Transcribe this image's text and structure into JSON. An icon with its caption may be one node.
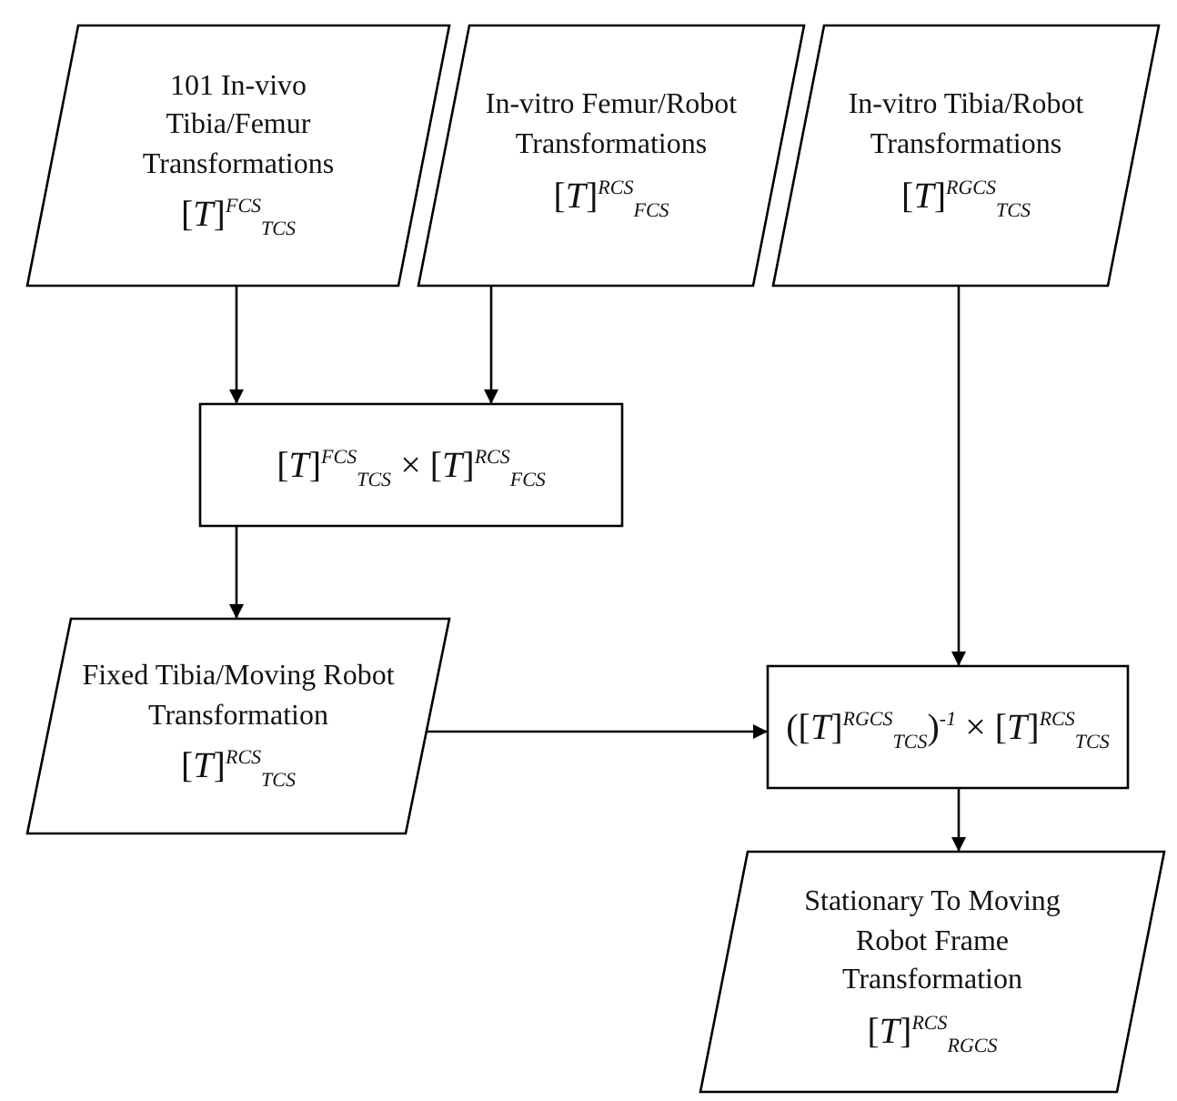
{
  "diagram": {
    "nodes": [
      {
        "text": [
          "101 In-vivo Tibia/Femur Transformations",
          "[*T*]$^{FCS}$$_{TCS}$"
        ]
      },
      {
        "text": [
          "In-vitro Femur/Robot Transformations",
          "[*T*]$^{RCS}$$_{FCS}$"
        ]
      },
      {
        "text": [
          "In-vitro Tibia/Robot Transformations",
          "[*T*]$^{RGCS}$$_{TCS}$"
        ]
      },
      {
        "text": [
          "[*T*]$^{FCS}$$_{TCS}$ × [*T*]$^{RCS}$$_{FCS}$"
        ]
      },
      {
        "text": [
          "Fixed Tibia/Moving Robot Transformation",
          "[*T*]$^{RCS}$$_{TCS}$"
        ]
      },
      {
        "text": [
          "([*T*]$^{RGCS}$$_{TCS}$)$^{-1}$ × [*T*]$^{RCS}$$_{TCS}$"
        ]
      },
      {
        "text": [
          "Stationary To Moving Robot Frame Transformation",
          "[*T*]$^{RCS}$$_{RGCS}$"
        ]
      }
    ],
    "edges": [
      {
        "from": 0,
        "to": 3,
        "arrow": "to"
      },
      {
        "from": 1,
        "to": 3,
        "arrow": "to"
      },
      {
        "from": 3,
        "to": 4,
        "arrow": "to"
      },
      {
        "from": 2,
        "to": 5,
        "arrow": "to"
      },
      {
        "from": 4,
        "to": 5,
        "arrow": "to"
      },
      {
        "from": 5,
        "to": 6,
        "arrow": "to"
      }
    ]
  }
}
